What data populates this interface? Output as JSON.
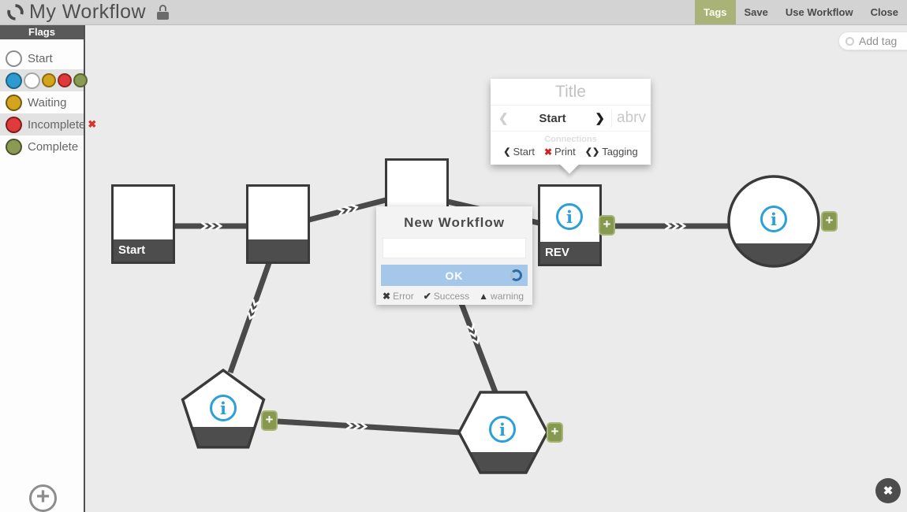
{
  "topbar": {
    "title": "My Workflow",
    "tags_button": "Tags",
    "save_button": "Save",
    "use_workflow_button": "Use Workflow",
    "close_button": "Close"
  },
  "tags_bar": {
    "add_tag_label": "Add tag"
  },
  "sidebar": {
    "header": "Flags",
    "start_label": "Start",
    "waiting_label": "Waiting",
    "incomplete_label": "Incomplete",
    "complete_label": "Complete",
    "palette_colors": [
      "#2f9ad0",
      "#ffffff",
      "#d3a51d",
      "#e03a3a",
      "#8a9a52"
    ],
    "waiting_color": "#d3a51d",
    "incomplete_color": "#e03a3a",
    "complete_color": "#8a9a52",
    "start_color": "#ffffff"
  },
  "tooltip": {
    "title_placeholder": "Title",
    "selected_type": "Start",
    "abbreviation_placeholder": "abrv",
    "connections_heading": "Connections",
    "connection_start": "Start",
    "connection_print": "Print",
    "connection_tagging": "Tagging"
  },
  "dialog": {
    "title": "New Workflow",
    "input_value": "",
    "ok_label": "OK",
    "error_label": "Error",
    "success_label": "Success",
    "warning_label": "warning"
  },
  "nodes": {
    "start_label": "Start",
    "rev_label": "REV"
  },
  "icons": {
    "chevron_left": "❮",
    "chevron_right": "❯",
    "chevron_pair": "❮❯",
    "x": "✖",
    "check": "✔",
    "triangle": "▲",
    "plus": "+",
    "info": "i"
  },
  "colors": {
    "accent_blue": "#2ba0d8",
    "olive": "#87994e",
    "dark_gray": "#4a4a4a",
    "ok_button_bg": "#a5c7e9",
    "alert_red": "#d8332c"
  }
}
